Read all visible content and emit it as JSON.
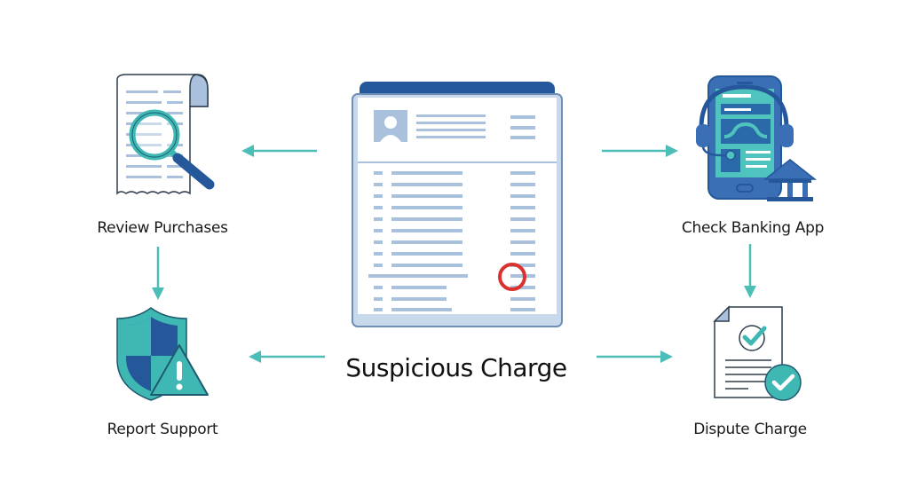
{
  "diagram": {
    "center": {
      "title": "Suspicious Charge",
      "icon": "statement-document-icon",
      "highlight_icon": "red-circle-highlight-icon"
    },
    "nodes": [
      {
        "id": "review",
        "label": "Review Purchases",
        "icon": "receipt-magnifier-icon"
      },
      {
        "id": "banking",
        "label": "Check Banking App",
        "icon": "mobile-banking-icon"
      },
      {
        "id": "report",
        "label": "Report Support",
        "icon": "shield-warning-icon"
      },
      {
        "id": "dispute",
        "label": "Dispute Charge",
        "icon": "document-check-icon"
      }
    ],
    "edges": [
      {
        "from": "Suspicious Charge",
        "to": "Review Purchases"
      },
      {
        "from": "Suspicious Charge",
        "to": "Check Banking App"
      },
      {
        "from": "Review Purchases",
        "to": "Report Support"
      },
      {
        "from": "Check Banking App",
        "to": "Dispute Charge"
      },
      {
        "from": "Suspicious Charge",
        "to": "Report Support"
      },
      {
        "from": "Suspicious Charge",
        "to": "Dispute Charge"
      }
    ],
    "colors": {
      "arrow": "#4dbdb8",
      "navy": "#24589a",
      "teal": "#3fb8b4",
      "doc_blue": "#a9c1dc",
      "highlight_red": "#d9322f"
    }
  }
}
